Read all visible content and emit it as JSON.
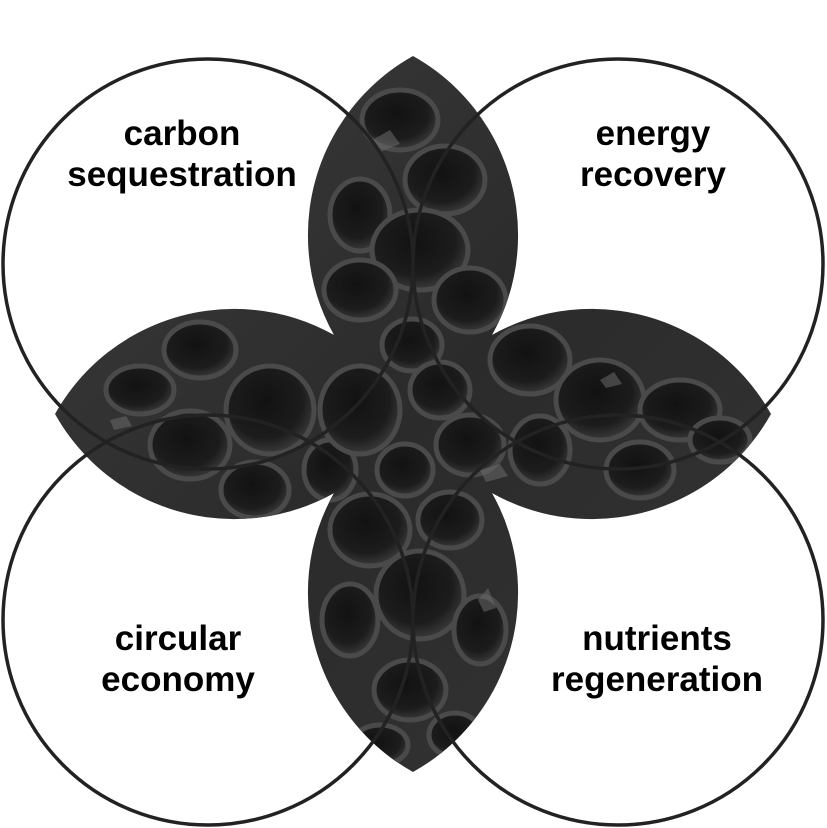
{
  "diagram": {
    "labels": {
      "top_left": {
        "line1": "carbon",
        "line2": "sequestration"
      },
      "top_right": {
        "line1": "energy",
        "line2": "recovery"
      },
      "bottom_left": {
        "line1": "circular",
        "line2": "economy"
      },
      "bottom_right": {
        "line1": "nutrients",
        "line2": "regeneration"
      }
    },
    "center_image": "porous-char-micrograph",
    "colors": {
      "outline": "#222222",
      "background": "#ffffff",
      "center_fill": "#2a2a2a"
    }
  }
}
